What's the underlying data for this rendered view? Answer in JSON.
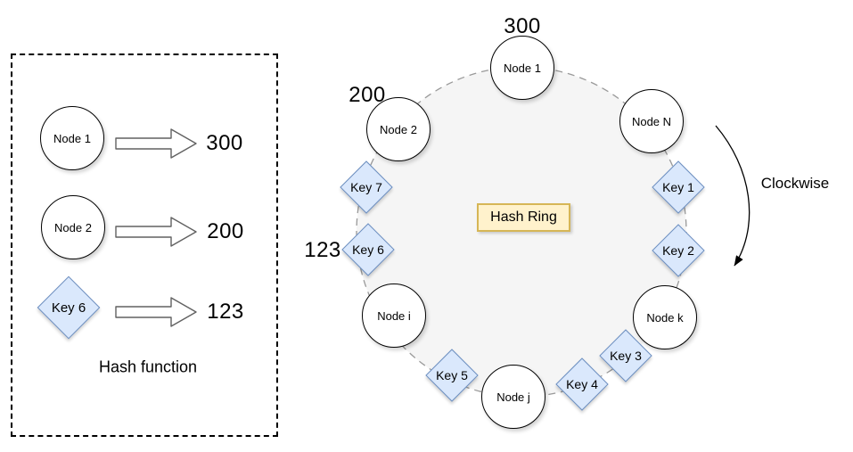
{
  "panel": {
    "caption": "Hash function",
    "rows": [
      {
        "shape": "circle",
        "label": "Node 1",
        "value": "300"
      },
      {
        "shape": "circle",
        "label": "Node 2",
        "value": "200"
      },
      {
        "shape": "diamond",
        "label": "Key 6",
        "value": "123"
      }
    ]
  },
  "ring": {
    "title": "Hash Ring",
    "direction": "Clockwise",
    "nodes": [
      {
        "label": "Node 1",
        "annotation": "300"
      },
      {
        "label": "Node 2",
        "annotation": "200"
      },
      {
        "label": "Node N"
      },
      {
        "label": "Node k"
      },
      {
        "label": "Node j"
      },
      {
        "label": "Node i"
      }
    ],
    "keys": [
      {
        "label": "Key 1"
      },
      {
        "label": "Key 2"
      },
      {
        "label": "Key 3"
      },
      {
        "label": "Key 4"
      },
      {
        "label": "Key 5"
      },
      {
        "label": "Key 6",
        "annotation": "123"
      },
      {
        "label": "Key 7"
      }
    ]
  },
  "colors": {
    "key_fill": "#dae8fc",
    "key_border": "#6c8ebf",
    "node_fill": "#ffffff",
    "node_border": "#000000",
    "ring_fill": "#f5f5f5",
    "ring_border": "#999999",
    "label_box_fill": "#fff2cc",
    "label_box_border": "#d6b656"
  }
}
